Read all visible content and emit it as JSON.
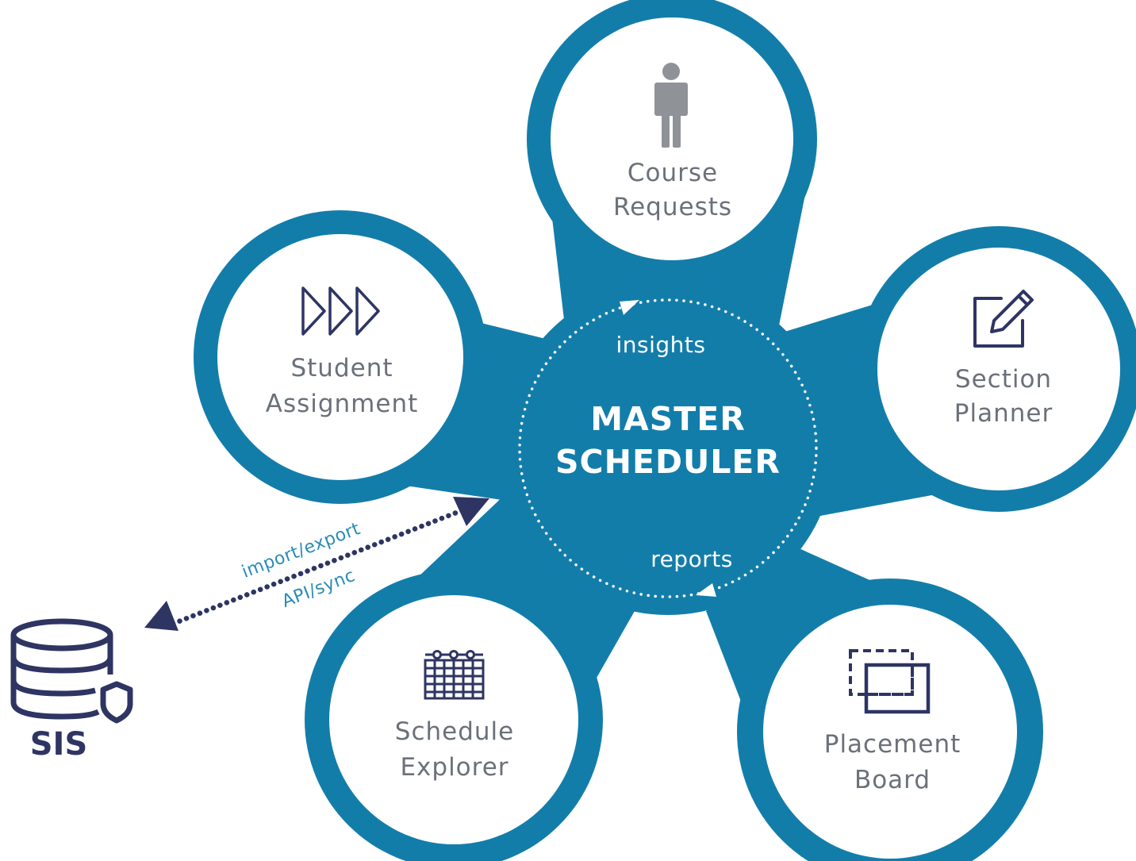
{
  "colors": {
    "brand_blue": "#137daa",
    "hub_text": "#ffffff",
    "module_text": "#6b7079",
    "icon_navy": "#2e3563",
    "person_gray": "#8f9398",
    "link_text": "#2a8bb6",
    "background": "#ffffff"
  },
  "hub": {
    "title_line1": "MASTER",
    "title_line2": "SCHEDULER",
    "flow_top": "insights",
    "flow_bottom": "reports"
  },
  "modules": {
    "course_requests": {
      "line1": "Course",
      "line2": "Requests",
      "icon": "person-icon"
    },
    "student_assignment": {
      "line1": "Student",
      "line2": "Assignment",
      "icon": "fast-forward-icon"
    },
    "section_planner": {
      "line1": "Section",
      "line2": "Planner",
      "icon": "edit-icon"
    },
    "schedule_explorer": {
      "line1": "Schedule",
      "line2": "Explorer",
      "icon": "calendar-icon"
    },
    "placement_board": {
      "line1": "Placement",
      "line2": "Board",
      "icon": "placement-board-icon"
    }
  },
  "sis_link": {
    "label_top": "import/export",
    "label_bottom": "API/sync"
  },
  "sis": {
    "label": "SIS",
    "icon": "database-shield-icon"
  }
}
